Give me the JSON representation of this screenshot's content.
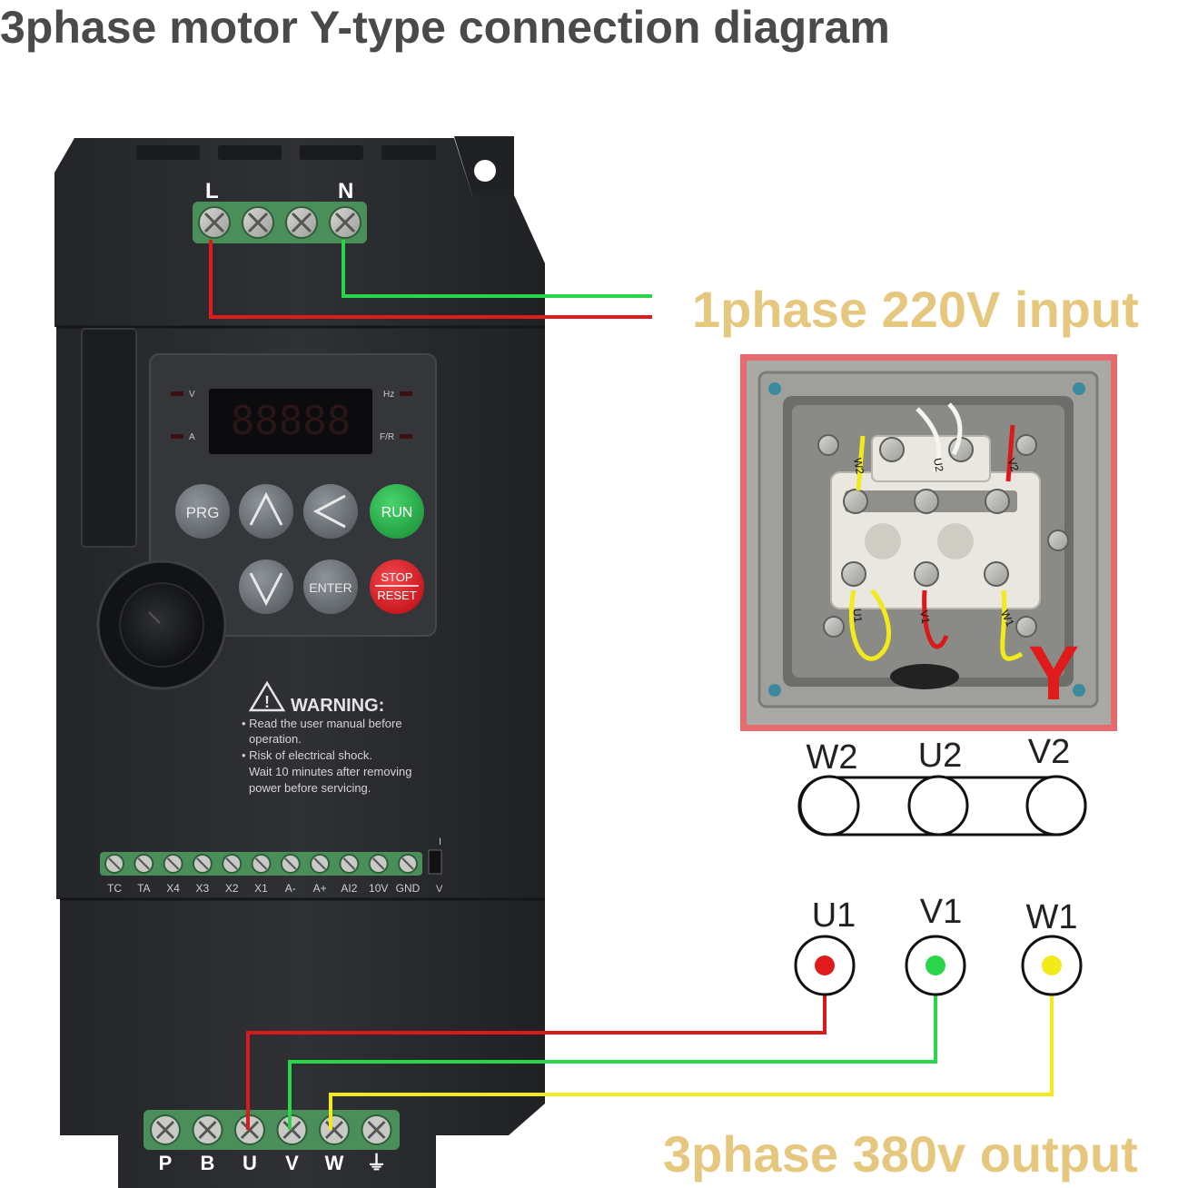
{
  "title": "3phase motor Y-type connection diagram",
  "input_label": "1phase 220V input",
  "output_label": "3phase 380v output",
  "colors": {
    "red": "#e01b1b",
    "green": "#29d64a",
    "yellow": "#f2ea1a",
    "label_gold": "#e6c77e",
    "title_gray": "#4a4a4a",
    "inverter_body": "#2b2d30",
    "terminal_green": "#4a8f5a",
    "run_button": "#2fb552",
    "stop_button": "#e0262c"
  },
  "inverter": {
    "input_terminals": {
      "left": "L",
      "right": "N"
    },
    "display_digits": "88888",
    "indicators": {
      "top_left": "V",
      "bottom_left": "A",
      "top_right": "Hz",
      "bottom_right": "F/R"
    },
    "buttons": {
      "prg": "PRG",
      "up": "up-arrow-icon",
      "left": "left-arrow-icon",
      "run": "RUN",
      "down": "down-arrow-icon",
      "enter": "ENTER",
      "stop_top": "STOP",
      "stop_bottom": "RESET"
    },
    "warning": {
      "heading": "WARNING:",
      "line1": "• Read the user manual before",
      "line2": "operation.",
      "line3": "• Risk of electrical shock.",
      "line4": "Wait 10 minutes after removing",
      "line5": "power before servicing."
    },
    "control_terminals": [
      "TC",
      "TA",
      "X4",
      "X3",
      "X2",
      "X1",
      "A-",
      "A+",
      "AI2",
      "10V",
      "GND"
    ],
    "switch_labels": {
      "top": "I",
      "bottom": "V"
    },
    "output_terminals": [
      "P",
      "B",
      "U",
      "V",
      "W",
      "⏚"
    ]
  },
  "motor_box": {
    "coil_labels": {
      "top_left": "W2",
      "top_mid": "U2",
      "top_right": "V2",
      "bottom_left": "U1",
      "bottom_mid": "V1",
      "bottom_right": "W1"
    },
    "y_mark": "Y"
  },
  "schematic": {
    "top_row": [
      "W2",
      "U2",
      "V2"
    ],
    "bottom_row": [
      "U1",
      "V1",
      "W1"
    ]
  }
}
